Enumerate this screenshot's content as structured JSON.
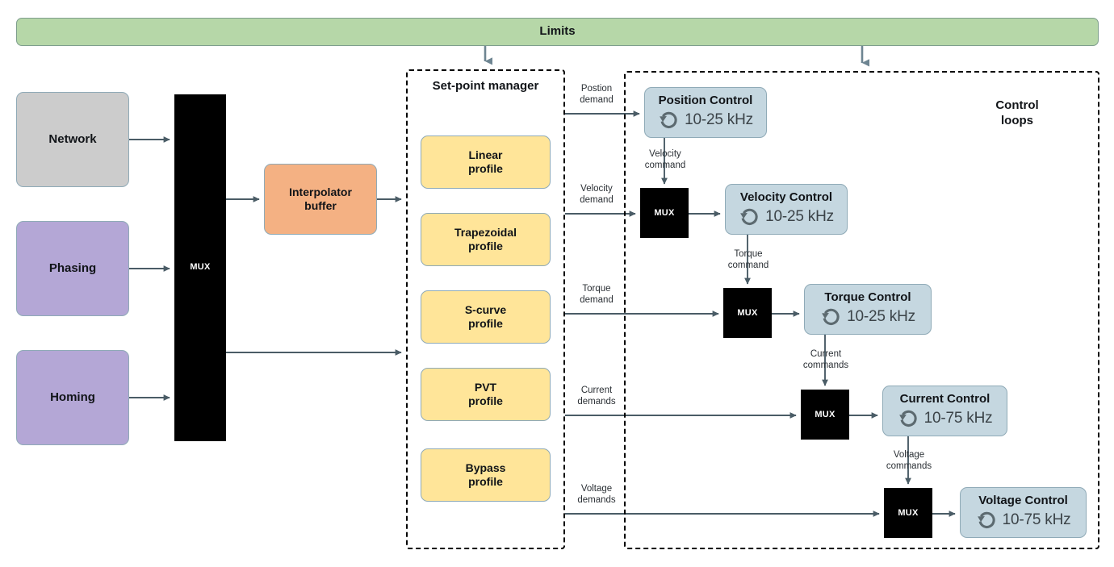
{
  "diagram": {
    "title_bar": {
      "label": "Limits"
    },
    "sources": [
      {
        "id": "network",
        "label": "Network",
        "color": "#CCCCCC"
      },
      {
        "id": "phasing",
        "label": "Phasing",
        "color": "#B4A7D6"
      },
      {
        "id": "homing",
        "label": "Homing",
        "color": "#B4A7D6"
      }
    ],
    "left_mux": {
      "label": "MUX"
    },
    "interpolator": {
      "label": "Interpolator\nbuffer",
      "color": "#F4B183"
    },
    "setpoint_manager": {
      "title": "Set-point manager",
      "profiles": [
        {
          "label": "Linear\nprofile"
        },
        {
          "label": "Trapezoidal\nprofile"
        },
        {
          "label": "S-curve\nprofile"
        },
        {
          "label": "PVT\nprofile"
        },
        {
          "label": "Bypass\nprofile"
        }
      ],
      "color": "#FFE599"
    },
    "control_loops": {
      "title": "Control\nloops",
      "color": "#C5D7E0",
      "loops": [
        {
          "id": "position",
          "title": "Position Control",
          "rate": "10-25 kHz",
          "demand_label": "Postion\ndemand",
          "command_label": "Velocity\ncommand"
        },
        {
          "id": "velocity",
          "title": "Velocity Control",
          "rate": "10-25 kHz",
          "demand_label": "Velocity\ndemand",
          "command_label": "Torque\ncommand"
        },
        {
          "id": "torque",
          "title": "Torque Control",
          "rate": "10-25 kHz",
          "demand_label": "Torque\ndemand",
          "command_label": "Current\ncommands"
        },
        {
          "id": "current",
          "title": "Current Control",
          "rate": "10-75 kHz",
          "demand_label": "Current\ndemands",
          "command_label": "Voltage\ncommands"
        },
        {
          "id": "voltage",
          "title": "Voltage Control",
          "rate": "10-75 kHz",
          "demand_label": "Voltage\ndemands",
          "command_label": ""
        }
      ],
      "mux_label": "MUX"
    },
    "colors": {
      "limits_fill": "#B6D7A8",
      "profile_fill": "#FFE599",
      "loop_fill": "#C5D7E0",
      "source_gray": "#CCCCCC",
      "source_purple": "#B4A7D6",
      "interpolator_orange": "#F4B183",
      "mux_black": "#000000",
      "connector_stroke": "#4A5C66",
      "box_border": "#8FAAB7"
    }
  }
}
